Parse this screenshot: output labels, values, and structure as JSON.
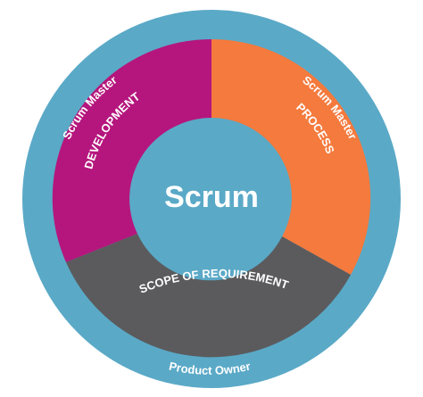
{
  "center": {
    "label": "Scrum"
  },
  "segments": [
    {
      "id": "development",
      "label": "DEVELOPMENT",
      "color": "#b5167d"
    },
    {
      "id": "process",
      "label": "PROCESS",
      "color": "#f47a3d"
    },
    {
      "id": "scope",
      "label": "SCOPE OF REQUIREMENT",
      "color": "#5b5b5d"
    }
  ],
  "outer_ring": {
    "color": "#5aa9c7",
    "left_label": "Scrum Master",
    "right_label": "Scrum Master",
    "bottom_label": "Product Owner"
  },
  "colors": {
    "center": "#5aa9c7",
    "text": "#ffffff",
    "background": "#ffffff"
  }
}
